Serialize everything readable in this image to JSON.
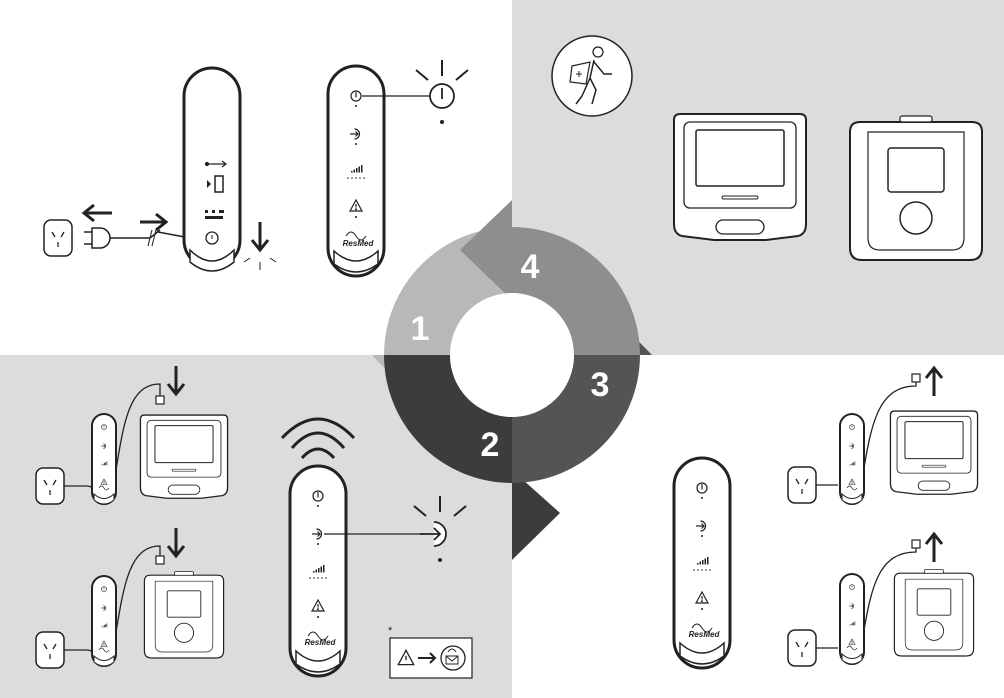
{
  "brand": "ResMed",
  "steps": [
    "1",
    "2",
    "3",
    "4"
  ],
  "footnote_marker": "*",
  "colors": {
    "panel_gray": "#dcdcdc",
    "arrow_light": "#b8b8b8",
    "arrow_mid": "#8e8e8e",
    "arrow_dark": "#3c3c3c",
    "arrow_darker": "#545454",
    "line": "#222222"
  },
  "icons": [
    "power-icon",
    "bluetooth-pair-icon",
    "signal-icon",
    "warning-icon",
    "usb-icon",
    "wall-socket-icon",
    "plug-icon",
    "traveler-icon",
    "wifi-icon"
  ]
}
